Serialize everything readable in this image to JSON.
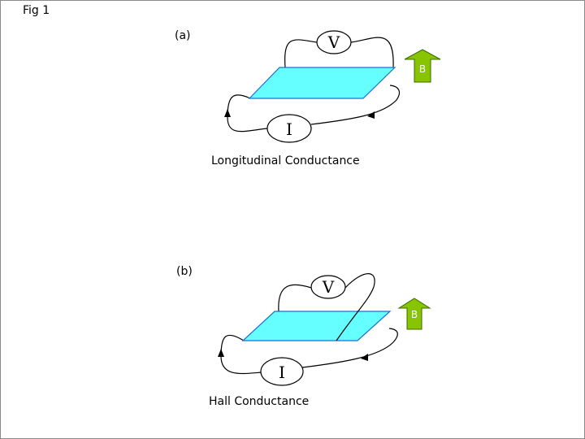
{
  "figure_label": "Fig 1",
  "panels": [
    {
      "id": "a",
      "label": "(a)",
      "caption": "Longitudinal Conductance",
      "voltmeter_label": "V",
      "ammeter_label": "I",
      "field_label": "B"
    },
    {
      "id": "b",
      "label": "(b)",
      "caption": "Hall Conductance",
      "voltmeter_label": "V",
      "ammeter_label": "I",
      "field_label": "B"
    }
  ],
  "colors": {
    "sample_fill": "#66ffff",
    "sample_stroke": "#1f6fd0",
    "field_arrow_fill": "#88c400",
    "field_arrow_stroke": "#3c6b00",
    "wire": "#000000"
  }
}
